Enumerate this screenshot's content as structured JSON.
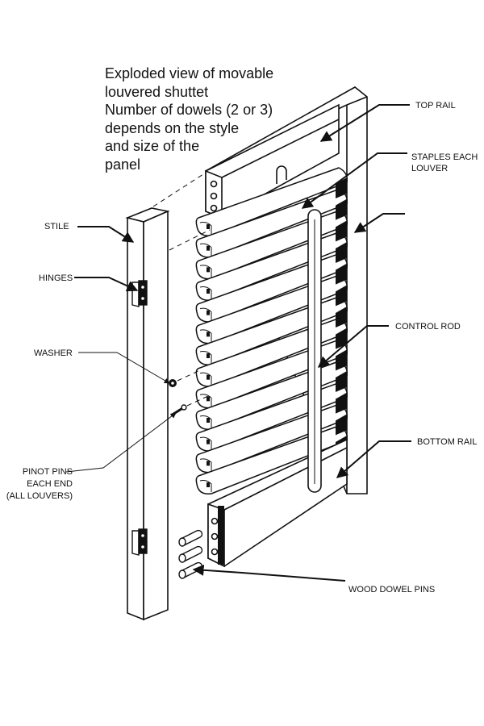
{
  "caption": {
    "lines": [
      "Exploded view of movable",
      "louvered shuttet",
      "Number of dowels (2 or 3)",
      "depends on the style",
      "and size of the",
      "panel"
    ]
  },
  "labels": {
    "top_rail": "TOP RAIL",
    "staples_line1": "STAPLES EACH",
    "staples_line2": "LOUVER",
    "stile": "STILE",
    "hinges": "HINGES",
    "control_rod": "CONTROL ROD",
    "washer": "WASHER",
    "bottom_rail": "BOTTOM RAIL",
    "pinot_line1": "PINOT PINS",
    "pinot_line2": "EACH END",
    "pinot_line3": "(ALL LOUVERS)",
    "wood_dowel_pins": "WOOD DOWEL PINS"
  },
  "louver_count": 13
}
